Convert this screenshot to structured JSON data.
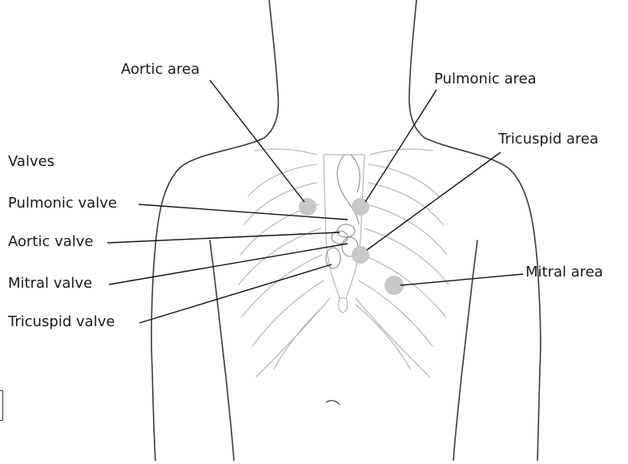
{
  "labels": {
    "aortic_area": "Aortic area",
    "pulmonic_area": "Pulmonic area",
    "tricuspid_area": "Tricuspid area",
    "mitral_area": "Mitral area",
    "valves_heading": "Valves",
    "pulmonic_valve": "Pulmonic valve",
    "aortic_valve": "Aortic valve",
    "mitral_valve": "Mitral valve",
    "tricuspid_valve": "Tricuspid valve"
  },
  "colors": {
    "outline": "#3a3a3a",
    "ribs": "#b9b9b9",
    "heart_structures": "#9a9a9a",
    "auscultation_dot": "#c8c8c8",
    "leader_line": "#111111",
    "label_text": "#1a1a1a"
  }
}
